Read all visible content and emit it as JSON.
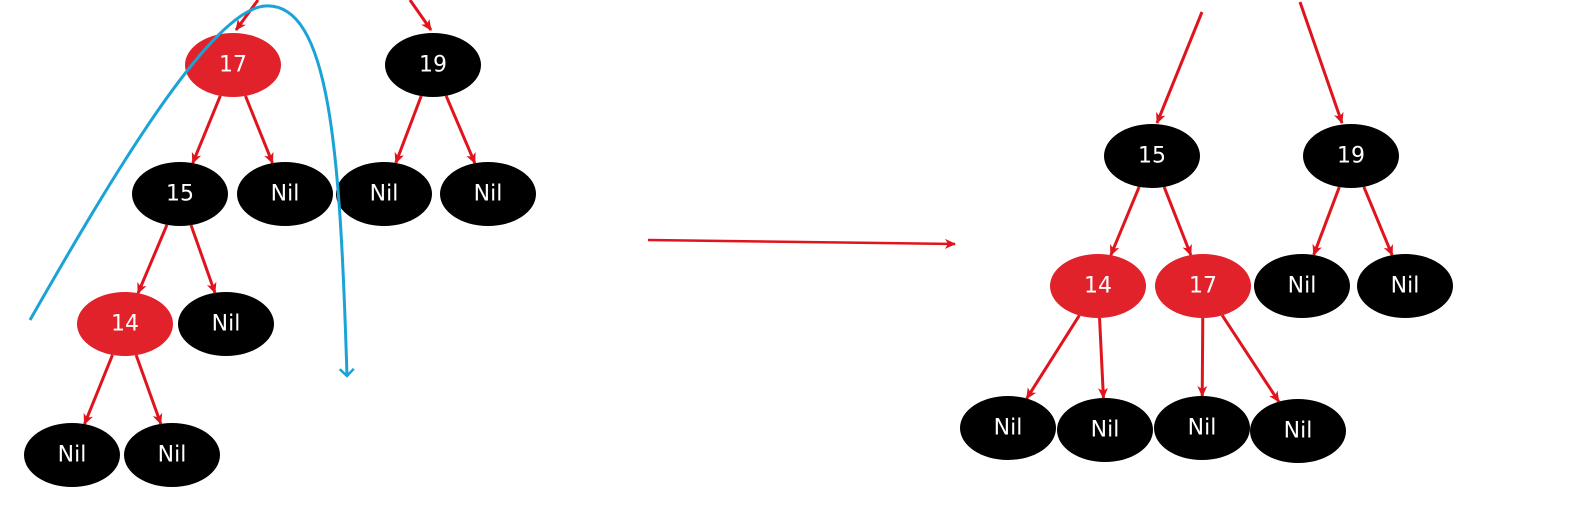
{
  "colors": {
    "red_node": "#e1222b",
    "black_node": "#000000",
    "edge": "#e0141c",
    "rotation_arrow": "#1aa3d6",
    "label": "#ffffff"
  },
  "before_tree": {
    "nodes": [
      {
        "id": "b17",
        "label": "17",
        "color": "red"
      },
      {
        "id": "b19",
        "label": "19",
        "color": "black"
      },
      {
        "id": "b15",
        "label": "15",
        "color": "black"
      },
      {
        "id": "b17_nil",
        "label": "Nil",
        "color": "black"
      },
      {
        "id": "b19_nil_left",
        "label": "Nil",
        "color": "black"
      },
      {
        "id": "b19_nil_right",
        "label": "Nil",
        "color": "black"
      },
      {
        "id": "b14",
        "label": "14",
        "color": "red"
      },
      {
        "id": "b15_nil",
        "label": "Nil",
        "color": "black"
      },
      {
        "id": "b14_nil_left",
        "label": "Nil",
        "color": "black"
      },
      {
        "id": "b14_nil_right",
        "label": "Nil",
        "color": "black"
      }
    ],
    "edges": [
      {
        "from": "b17",
        "to": "b15"
      },
      {
        "from": "b17",
        "to": "b17_nil"
      },
      {
        "from": "b19",
        "to": "b19_nil_left"
      },
      {
        "from": "b19",
        "to": "b19_nil_right"
      },
      {
        "from": "b15",
        "to": "b14"
      },
      {
        "from": "b15",
        "to": "b15_nil"
      },
      {
        "from": "b14",
        "to": "b14_nil_left"
      },
      {
        "from": "b14",
        "to": "b14_nil_right"
      }
    ]
  },
  "after_tree": {
    "nodes": [
      {
        "id": "a15",
        "label": "15",
        "color": "black"
      },
      {
        "id": "a19",
        "label": "19",
        "color": "black"
      },
      {
        "id": "a14",
        "label": "14",
        "color": "red"
      },
      {
        "id": "a17",
        "label": "17",
        "color": "red"
      },
      {
        "id": "a19_nil_left",
        "label": "Nil",
        "color": "black"
      },
      {
        "id": "a19_nil_right",
        "label": "Nil",
        "color": "black"
      },
      {
        "id": "a14_nil_left",
        "label": "Nil",
        "color": "black"
      },
      {
        "id": "a14_nil_right",
        "label": "Nil",
        "color": "black"
      },
      {
        "id": "a17_nil_left",
        "label": "Nil",
        "color": "black"
      },
      {
        "id": "a17_nil_right",
        "label": "Nil",
        "color": "black"
      }
    ],
    "edges": [
      {
        "from": "a15",
        "to": "a14"
      },
      {
        "from": "a15",
        "to": "a17"
      },
      {
        "from": "a19",
        "to": "a19_nil_left"
      },
      {
        "from": "a19",
        "to": "a19_nil_right"
      },
      {
        "from": "a14",
        "to": "a14_nil_left"
      },
      {
        "from": "a14",
        "to": "a14_nil_right"
      },
      {
        "from": "a17",
        "to": "a17_nil_left"
      },
      {
        "from": "a17",
        "to": "a17_nil_right"
      }
    ]
  }
}
